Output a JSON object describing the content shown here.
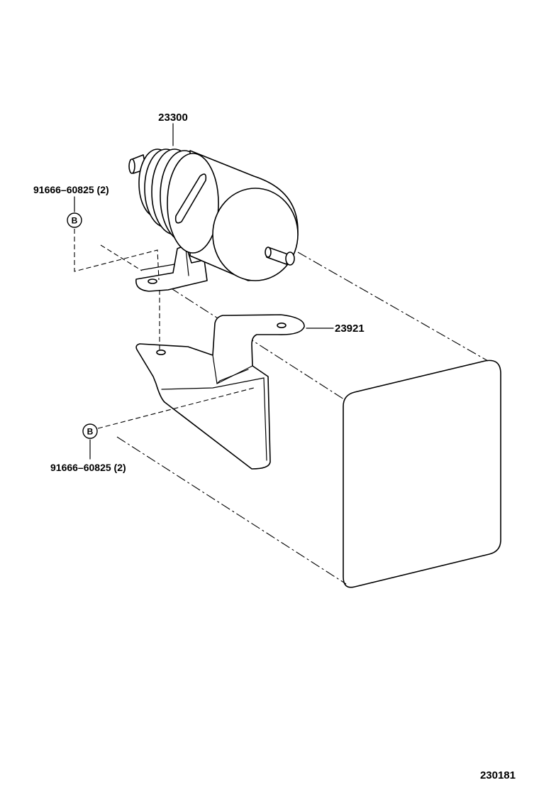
{
  "parts": {
    "fuel_filter": "23300",
    "bracket": "23921",
    "bolt_upper": "91666–60825 (2)",
    "bolt_lower": "91666–60825 (2)"
  },
  "markers": {
    "upper": "B",
    "lower": "B"
  },
  "illustration_number": "230181"
}
